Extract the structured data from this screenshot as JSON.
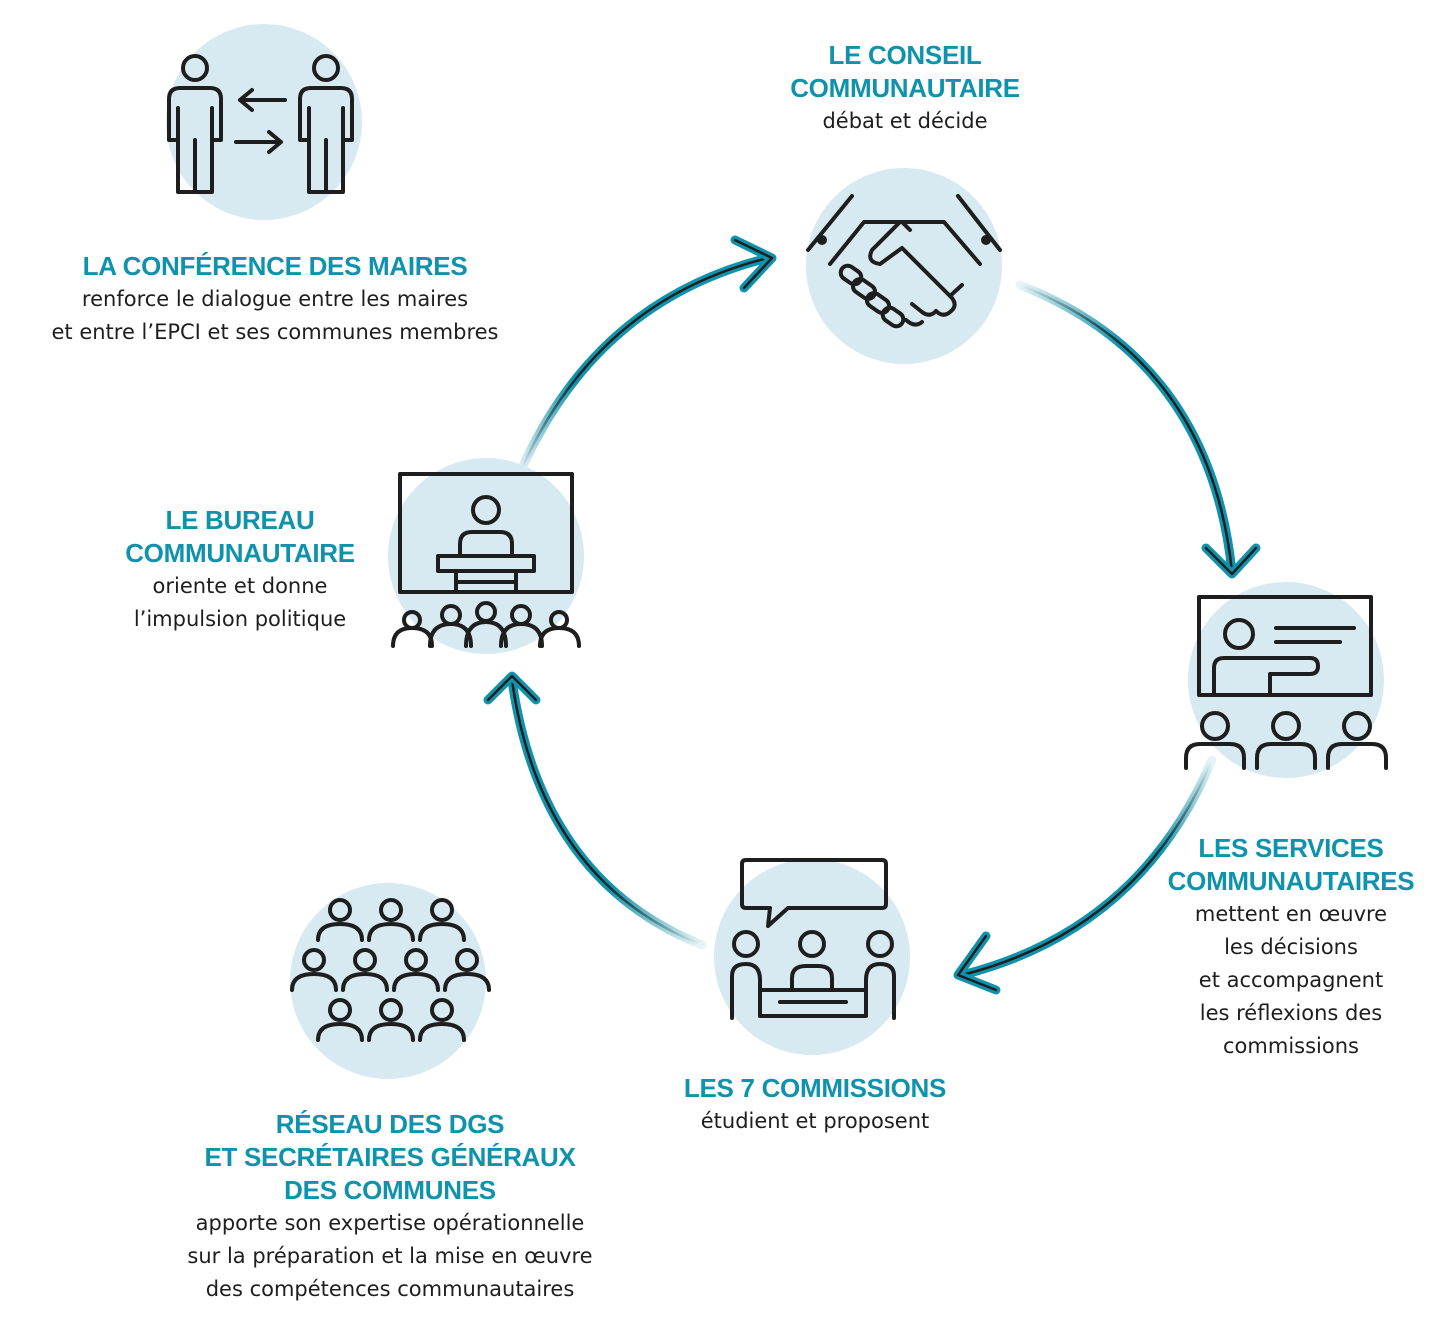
{
  "colors": {
    "accent": "#0f93ad",
    "circle_fill": "#d7e9f1",
    "icon_stroke": "#1e1e1e",
    "text": "#1e1e1e"
  },
  "nodes": {
    "conference": {
      "title": "LA CONFÉRENCE DES MAIRES",
      "desc": "renforce le dialogue entre les maires\net entre l’EPCI et ses communes membres",
      "icon": "two-people-exchange-icon"
    },
    "conseil": {
      "title": "LE CONSEIL\nCOMMUNAUTAIRE",
      "desc": "débat et décide",
      "icon": "handshake-icon"
    },
    "bureau": {
      "title": "LE BUREAU\nCOMMUNAUTAIRE",
      "desc": "oriente et donne\nl’impulsion politique",
      "icon": "speaker-podium-icon"
    },
    "services": {
      "title": "LES SERVICES\nCOMMUNAUTAIRES",
      "desc": "mettent en œuvre\nles décisions\net accompagnent\nles réflexions des\ncommissions",
      "icon": "presentation-board-icon"
    },
    "commissions": {
      "title": "LES 7 COMMISSIONS",
      "desc": "étudient et proposent",
      "icon": "meeting-table-icon"
    },
    "reseau": {
      "title": "RÉSEAU DES DGS\nET SECRÉTAIRES GÉNÉRAUX\nDES COMMUNES",
      "desc": "apporte son expertise opérationnelle\nsur la préparation et la mise en œuvre\ndes compétences communautaires",
      "icon": "crowd-network-icon"
    }
  },
  "cycle": [
    "bureau",
    "conseil",
    "services",
    "commissions",
    "bureau"
  ]
}
